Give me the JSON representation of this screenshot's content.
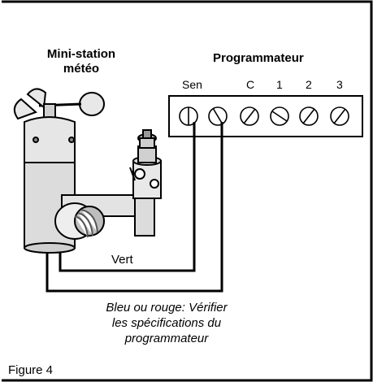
{
  "station": {
    "line1": "Mini-station",
    "line2": "météo"
  },
  "controller": {
    "title": "Programmateur",
    "terminals": [
      "Sen",
      "C",
      "1",
      "2",
      "3"
    ]
  },
  "wires": {
    "green_label": "Vert",
    "note_line1": "Bleu ou rouge: Vérifier",
    "note_line2": "les spécifications du",
    "note_line3": "programmateur"
  },
  "figure_caption": "Figure 4"
}
